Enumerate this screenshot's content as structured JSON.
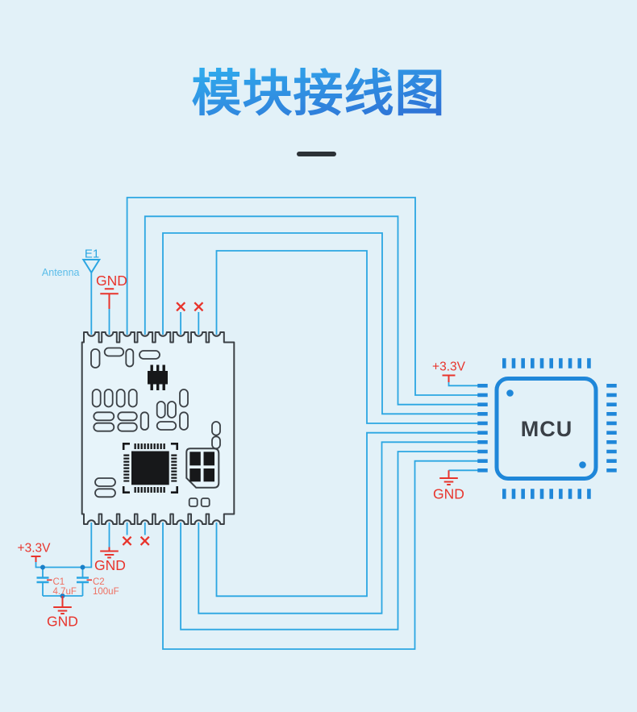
{
  "title": {
    "text": "模块接线图"
  },
  "antenna": {
    "ref": "E1",
    "label": "Antenna"
  },
  "power": {
    "vcc": "+3.3V",
    "gnd": "GND"
  },
  "capacitors": {
    "c1_ref": "C1",
    "c1_value": "4.7uF",
    "c2_ref": "C2",
    "c2_value": "100uF"
  },
  "mcu": {
    "label": "MCU"
  },
  "icons": {
    "antenna": "triangle-down-antenna",
    "ground": "ground-bars-symbol",
    "power_tap": "t-bar-symbol",
    "no_connect": "x-mark",
    "junction": "solder-dot"
  },
  "colors": {
    "background": "#e2f1f8",
    "wire_blue": "#2ba6e2",
    "mcu_blue": "#1f87d9",
    "signal_red": "#e8342c",
    "cap_label_salmon": "#ef6f61",
    "module_outline": "#3b4045",
    "chip_black": "#17181a",
    "junction_dot": "#1a7fc8",
    "title_gradient_top": "#31b3f0",
    "title_gradient_bottom": "#2e66d1",
    "title_dash": "#2c3237",
    "mcu_text": "#3a4047",
    "antenna_label": "#5bbde9"
  }
}
